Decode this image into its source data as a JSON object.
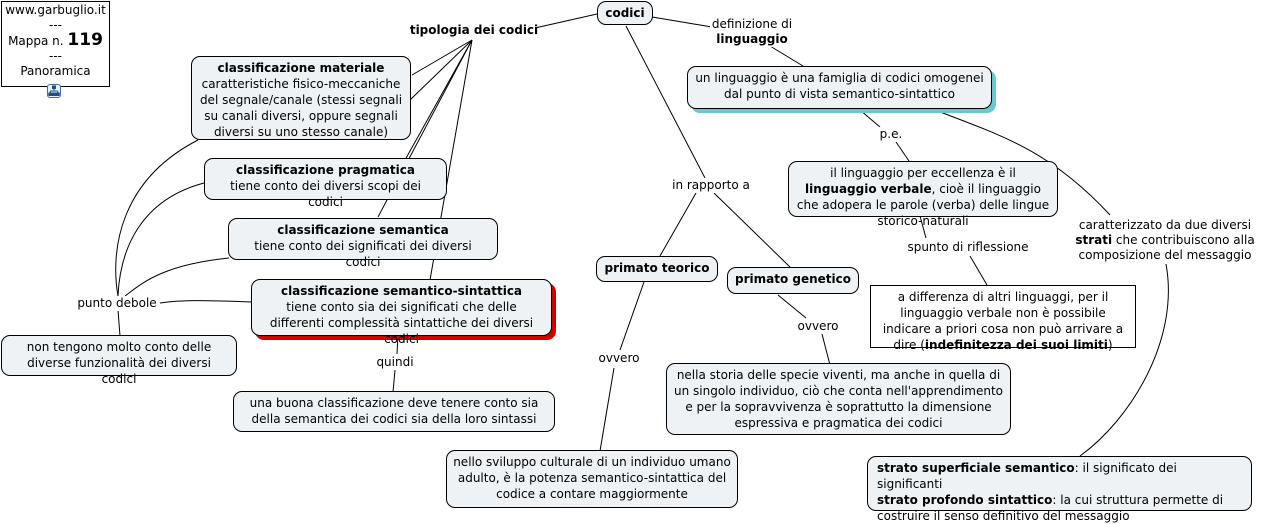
{
  "header": {
    "site": "www.garbuglio.it",
    "sep1": "---",
    "map_label": "Mappa n.",
    "map_number": "119",
    "sep2": "---",
    "view": "Panoramica"
  },
  "icons": {
    "hierarchy": "hierarchy-icon"
  },
  "nodes": {
    "codici": "codici",
    "tipologia": "tipologia dei codici",
    "def_label_a": "definizione di",
    "def_label_b": "linguaggio",
    "linguaggio_def": "un linguaggio è una famiglia di codici omogenei dal punto di vista semantico-sintattico",
    "class_mat_title": "classificazione materiale",
    "class_mat_text": "caratteristiche fisico-meccaniche del segnale/canale (stessi segnali su canali diversi, oppure segnali diversi su uno stesso canale)",
    "class_prag_title": "classificazione pragmatica",
    "class_prag_text": "tiene conto dei diversi scopi dei codici",
    "class_sem_title": "classificazione semantica",
    "class_sem_text": "tiene conto dei significati dei diversi codici",
    "class_semsin_title": "classificazione semantico-sintattica",
    "class_semsin_text": "tiene conto sia dei significati che delle differenti complessità sintattiche dei diversi codici",
    "punto_debole": "punto debole",
    "non_tengono": "non tengono molto conto delle diverse funzionalità dei diversi codici",
    "quindi": "quindi",
    "buona_class": "una buona classificazione deve tenere conto sia della semantica dei codici sia della loro sintassi",
    "in_rapporto": "in rapporto a",
    "primato_teorico": "primato teorico",
    "primato_genetico": "primato genetico",
    "ovvero_1": "ovvero",
    "ovvero_2": "ovvero",
    "sviluppo": "nello sviluppo culturale di un individuo umano adulto, è la potenza semantico-sintattica del codice a contare maggiormente",
    "storia": "nella storia delle specie viventi, ma anche in quella di un singolo individuo, ciò che conta nell'apprendimento e per la sopravvivenza è soprattutto la dimensione espressiva e pragmatica dei codici",
    "pe": "p.e.",
    "verbale_a": "il linguaggio per eccellenza è il ",
    "verbale_b": "linguaggio verbale",
    "verbale_c": ", cioè il linguaggio che adopera le parole (verba) delle lingue storico-naturali",
    "spunto": "spunto di riflessione",
    "differenza_a": "a differenza di altri linguaggi, per il linguaggio verbale non è possibile indicare a priori cosa non può arrivare a dire (",
    "differenza_b": "indefinitezza dei suoi limiti",
    "differenza_c": ")",
    "caratt_a": "caratterizzato da due diversi",
    "caratt_b": "strati",
    "caratt_c": " che contribuiscono alla composizione del messaggio",
    "strato_sup_b": "strato superficiale semantico",
    "strato_sup_t": ": il significato dei significanti",
    "strato_prof_b": "strato profondo sintattico",
    "strato_prof_t": ": la cui struttura permette di costruire il senso definitivo del messaggio"
  }
}
